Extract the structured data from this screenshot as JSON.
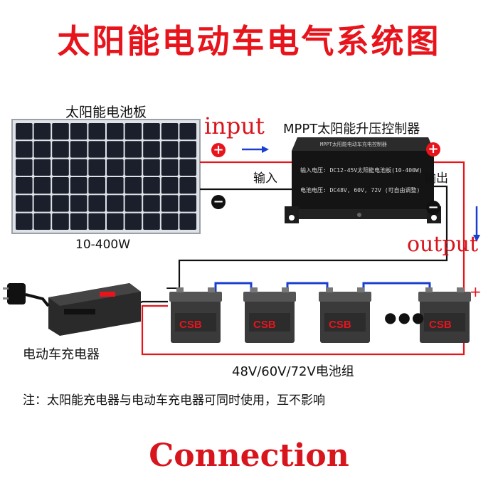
{
  "title": "太阳能电动车电气系统图",
  "solar_panel": {
    "label": "太阳能电池板",
    "power": "10-400W"
  },
  "controller": {
    "label": "MPPT太阳能升压控制器",
    "face_title": "MPPT太阳能电动车充电控制器",
    "face_input": "输入电压:  DC12-45V太阳能电池板(10-400W)",
    "face_output": "电池电压:  DC48V, 60V, 72V (可自由调整)",
    "input_label": "输入",
    "output_label": "输出"
  },
  "flow": {
    "input": "input",
    "output": "output"
  },
  "signs": {
    "positive": "+",
    "negative": "−"
  },
  "charger": {
    "label": "电动车充电器"
  },
  "batteries": {
    "label": "48V/60V/72V电池组",
    "logo": "CSB",
    "ellipsis": "●●●"
  },
  "note": "注：太阳能充电器与电动车充电器可同时使用，互不影响",
  "footer": "Connection",
  "colors": {
    "positive_wire": "#e8141c",
    "negative_wire": "#111111",
    "link_wire": "#1a3fd0",
    "accent": "#e8141c"
  }
}
